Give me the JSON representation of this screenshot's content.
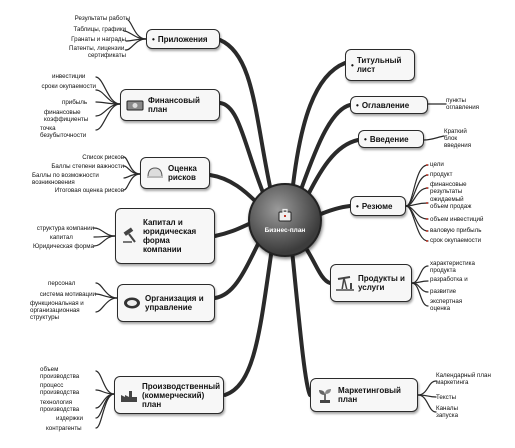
{
  "center": {
    "title": "Бизнес-план",
    "icon": "briefcase-icon"
  },
  "left_nodes": {
    "applications": {
      "title": "Приложения",
      "leaves": [
        "Результаты работы",
        "Таблицы, графики",
        "Гранаты и награды",
        "Патенты, лицензии, сертификаты"
      ]
    },
    "finance": {
      "title": "Финансовый план",
      "icon": "money-icon",
      "leaves": [
        "инвестиции",
        "сроки окупаемости",
        "прибыль",
        "финансовые коэффициенты",
        "точка безубыточности"
      ]
    },
    "risk": {
      "title": "Оценка рисков",
      "icon": "helmet-icon",
      "leaves": [
        "Список рисков",
        "Баллы степени важности",
        "Баллы по возможности возникновения",
        "Итоговая оценка рисков"
      ]
    },
    "capital": {
      "title": "Капитал и юридическая форма компании",
      "icon": "gavel-icon",
      "leaves": [
        "структура компании",
        "капитал",
        "Юридическая форма"
      ]
    },
    "organization": {
      "title": "Организация и управление",
      "icon": "org-icon",
      "leaves": [
        "персонал",
        "система мотивации",
        "функциональная и организационная структуры"
      ]
    },
    "production": {
      "title": "Производственный (коммерческий) план",
      "icon": "factory-icon",
      "leaves": [
        "объем производства",
        "процесс производства",
        "технология производства",
        "издержки",
        "контрагенты"
      ]
    }
  },
  "right_nodes": {
    "title_page": {
      "title": "Титульный лист"
    },
    "toc": {
      "title": "Оглавление",
      "leaves": [
        "пункты оглавления"
      ]
    },
    "intro": {
      "title": "Введение",
      "leaves": [
        "Краткий блок введения"
      ]
    },
    "summary": {
      "title": "Резюме",
      "leaves": [
        "цели",
        "продукт",
        "финансовые результаты",
        "ожидаемый объем продаж",
        "объем инвестиций",
        "валовую прибыль",
        "срок окупаемости"
      ]
    },
    "products": {
      "title": "Продукты и услуги",
      "icon": "oil-pump-icon",
      "leaves": [
        "характеристика продукта",
        "разработка и",
        "развитие",
        "экспертная оценка"
      ]
    },
    "marketing": {
      "title": "Маркетинговый план",
      "icon": "plant-icon",
      "leaves": [
        "Календарный план маркетинга",
        "Тексты",
        "Каналы запуска"
      ]
    }
  },
  "colors": {
    "branch": "#2a2a2a",
    "node_border": "#2b2b2b",
    "node_fill": "#f7f7f7",
    "center_fill": "#555555"
  }
}
